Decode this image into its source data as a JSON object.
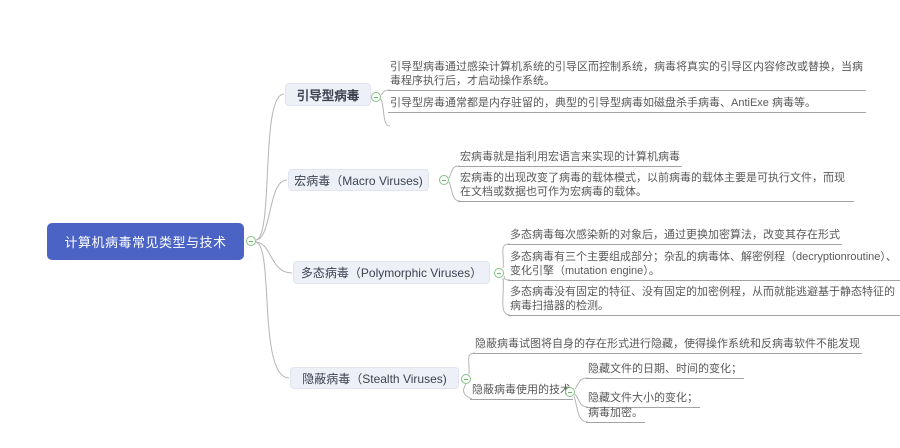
{
  "diagram_type": "mind-map",
  "root": {
    "label": "计算机病毒常见类型与技术"
  },
  "branches": [
    {
      "label": "引导型病毒",
      "leaves": [
        "引导型病毒通过感染计算机系统的引导区而控制系统，病毒将真实的引导区内容修改或替换，当病毒程序执行后，才启动操作系统。",
        "引导型房毒通常都是内存驻留的，典型的引导型病毒如磁盘杀手病毒、AntiExe 病毒等。"
      ]
    },
    {
      "label": "宏病毒（Macro Viruses)",
      "leaves": [
        "宏病毒就是指利用宏语言来实现的计算机病毒",
        "宏病毒的出现改变了病毒的载体模式，以前病毒的载体主要是可执行文件，而现在文档或数据也可作为宏病毒的载体。"
      ]
    },
    {
      "label": "多态病毒（Polymorphic Viruses）",
      "leaves": [
        "多态病毒每次感染新的对象后，通过更换加密算法，改变其存在形式",
        "多态病毒有三个主要组成部分；杂乱的病毒体、解密例程（decryptionroutine）、变化引擎（mutation engine）。",
        "多态病毒没有固定的特征、没有固定的加密例程，从而就能逃避基于静态特征的病毒扫描器的检测。"
      ]
    },
    {
      "label": "隐蔽病毒（Stealth Viruses)",
      "leaves": [
        "隐蔽病毒试图将自身的存在形式进行隐藏，使得操作系统和反病毒软件不能发现"
      ],
      "subbranch": {
        "label": "隐蔽病毒使用的技术",
        "leaves": [
          "隐藏文件的日期、时间的变化；",
          "隐藏文件大小的变化；",
          "病毒加密。"
        ]
      }
    }
  ],
  "colors": {
    "root_bg": "#4a63c5",
    "root_text": "#ffffff",
    "branch_bg": "#eef0f8",
    "branch_text": "#3d4250",
    "leaf_text": "#595959",
    "leaf_line": "#a3a3a3",
    "connector": "#b5b5b5",
    "collapse_green": "#85c285"
  }
}
